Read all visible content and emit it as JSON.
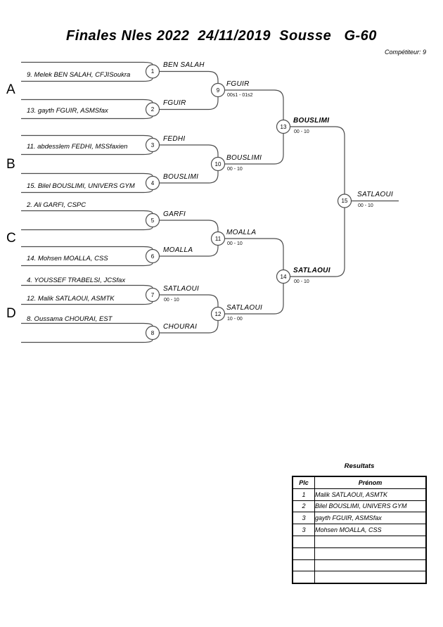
{
  "header": {
    "title": "Finales Nles 2022  24/11/2019  Sousse   G-60",
    "competitor": "Compétiteur: 9"
  },
  "colors": {
    "line": "#4d4d4d",
    "text": "#000000"
  },
  "bracket": {
    "sections": [
      "A",
      "B",
      "C",
      "D"
    ],
    "players": [
      "9. Melek BEN SALAH, CFJISoukra",
      "13. gayth FGUIR, ASMSfax",
      "11. abdesslem FEDHI, MSSfaxien",
      "15. Bilel BOUSLIMI, UNIVERS GYM",
      "2. Ali GARFI, CSPC",
      "14. Mohsen MOALLA, CSS",
      "4. YOUSSEF TRABELSI, JCSfax",
      "12. Malik SATLAOUI, ASMTK",
      "8. Oussama CHOURAI, EST"
    ],
    "matches": [
      {
        "num": "1",
        "winner": "BEN SALAH",
        "score": ""
      },
      {
        "num": "2",
        "winner": "FGUIR",
        "score": ""
      },
      {
        "num": "3",
        "winner": "FEDHI",
        "score": ""
      },
      {
        "num": "4",
        "winner": "BOUSLIMI",
        "score": ""
      },
      {
        "num": "5",
        "winner": "GARFI",
        "score": ""
      },
      {
        "num": "6",
        "winner": "MOALLA",
        "score": ""
      },
      {
        "num": "7",
        "winner": "SATLAOUI",
        "score": "00 - 10"
      },
      {
        "num": "8",
        "winner": "CHOURAI",
        "score": ""
      },
      {
        "num": "9",
        "winner": "FGUIR",
        "score": "00s1 - 01s2"
      },
      {
        "num": "10",
        "winner": "BOUSLIMI",
        "score": "00 - 10"
      },
      {
        "num": "11",
        "winner": "MOALLA",
        "score": "00 - 10"
      },
      {
        "num": "12",
        "winner": "SATLAOUI",
        "score": "10 - 00"
      },
      {
        "num": "13",
        "winner": "BOUSLIMI",
        "score": "00 - 10"
      },
      {
        "num": "14",
        "winner": "SATLAOUI",
        "score": "00 - 10"
      },
      {
        "num": "15",
        "winner": "SATLAOUI",
        "score": "00 - 10"
      }
    ]
  },
  "results": {
    "title": "Resultats",
    "columns": [
      "Plc",
      "Prénom"
    ],
    "rows": [
      {
        "place": "1",
        "name": "Malik SATLAOUI, ASMTK"
      },
      {
        "place": "2",
        "name": "Bilel BOUSLIMI, UNIVERS GYM"
      },
      {
        "place": "3",
        "name": "gayth FGUIR, ASMSfax"
      },
      {
        "place": "3",
        "name": "Mohsen MOALLA, CSS"
      },
      {
        "place": "",
        "name": ""
      },
      {
        "place": "",
        "name": ""
      },
      {
        "place": "",
        "name": ""
      },
      {
        "place": "",
        "name": ""
      }
    ]
  }
}
